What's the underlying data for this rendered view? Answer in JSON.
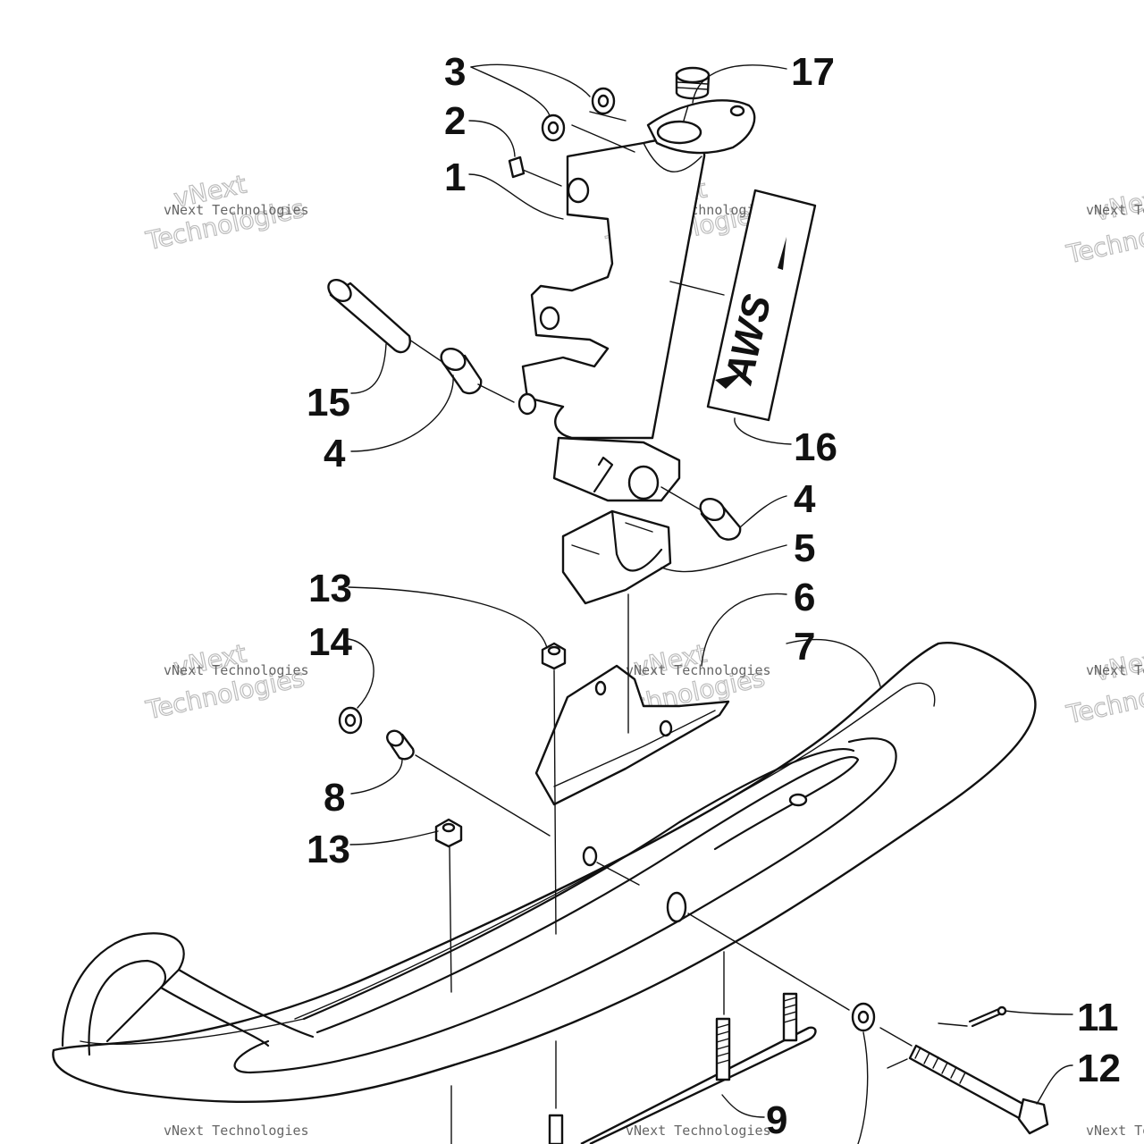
{
  "callouts": [
    {
      "id": "3",
      "text": "3"
    },
    {
      "id": "2",
      "text": "2"
    },
    {
      "id": "1",
      "text": "1"
    },
    {
      "id": "17",
      "text": "17"
    },
    {
      "id": "15",
      "text": "15"
    },
    {
      "id": "4a",
      "text": "4"
    },
    {
      "id": "16",
      "text": "16"
    },
    {
      "id": "4b",
      "text": "4"
    },
    {
      "id": "5",
      "text": "5"
    },
    {
      "id": "13a",
      "text": "13"
    },
    {
      "id": "6",
      "text": "6"
    },
    {
      "id": "14",
      "text": "14"
    },
    {
      "id": "7",
      "text": "7"
    },
    {
      "id": "8",
      "text": "8"
    },
    {
      "id": "13b",
      "text": "13"
    },
    {
      "id": "11",
      "text": "11"
    },
    {
      "id": "12",
      "text": "12"
    },
    {
      "id": "9",
      "text": "9"
    }
  ],
  "decal": {
    "logo_text": "AWS"
  },
  "watermark": {
    "line1": "vNext Technologies",
    "line2": "vNext",
    "line3": "Technologies"
  }
}
